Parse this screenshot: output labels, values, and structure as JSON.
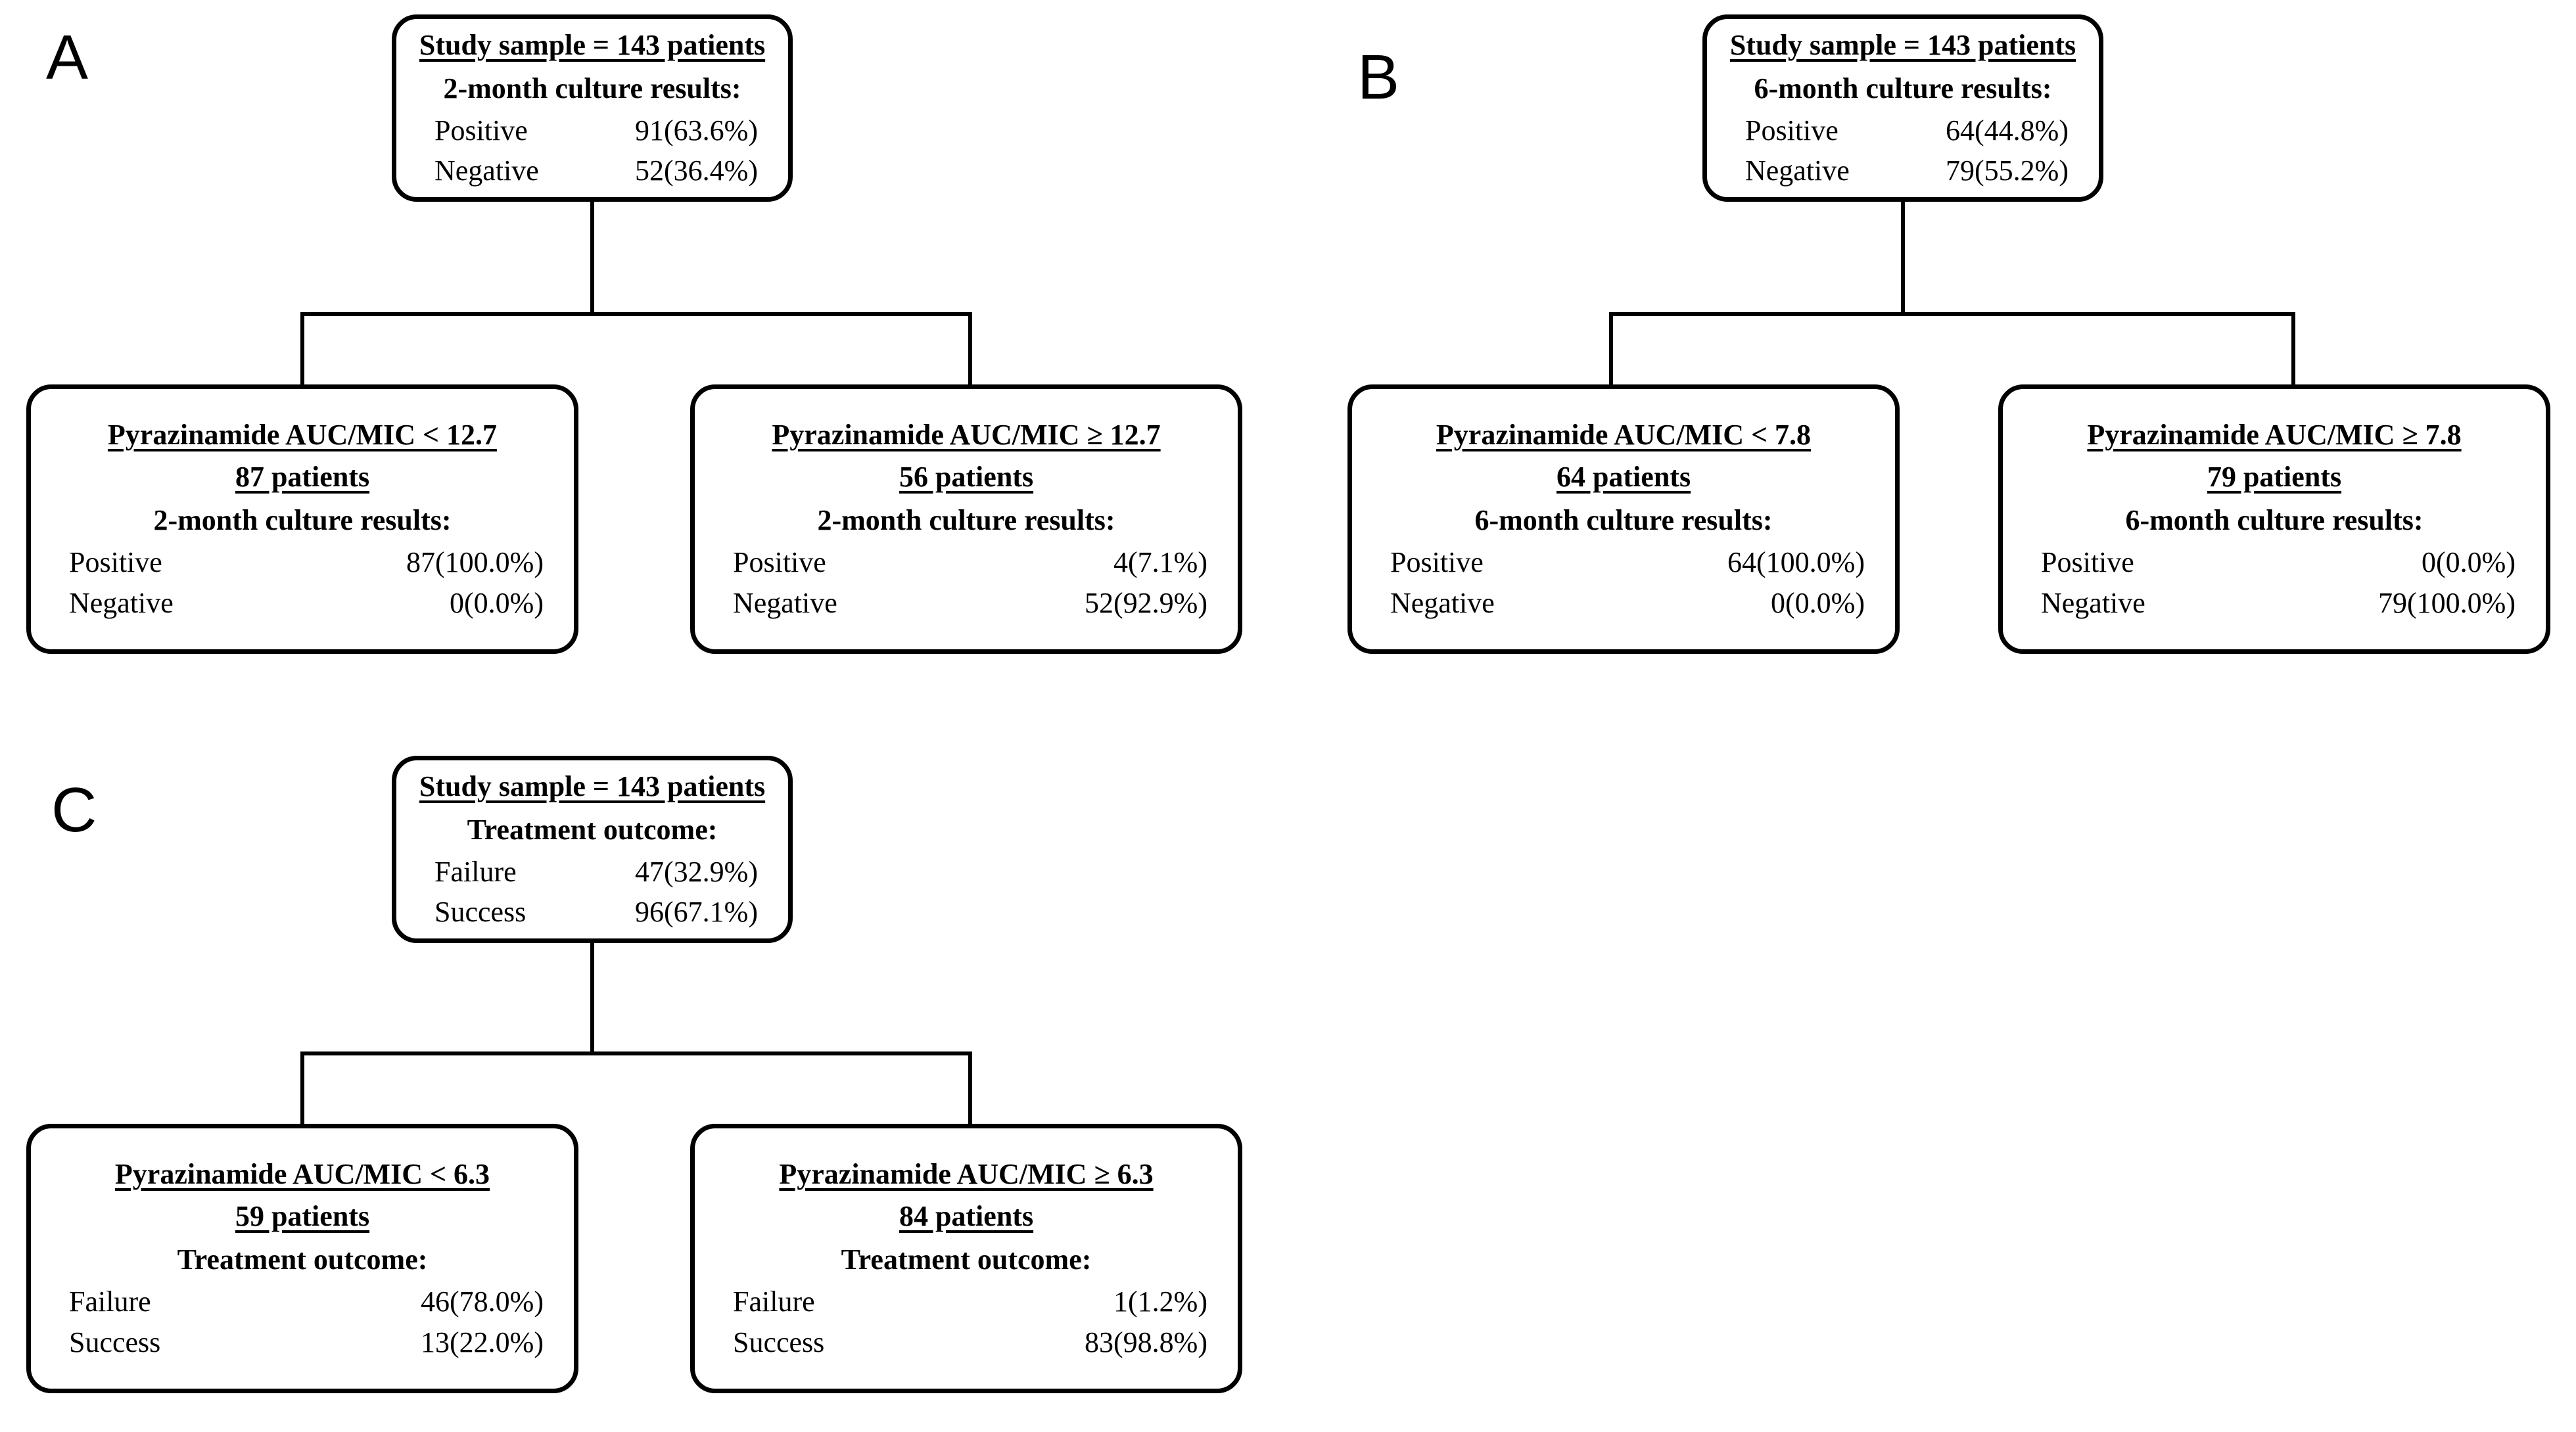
{
  "figure": {
    "background_color": "#ffffff",
    "line_color": "#000000",
    "panels": [
      {
        "letter": "A",
        "root": {
          "title": "Study sample = 143 patients",
          "subtitle": "2-month culture results:",
          "rows": [
            {
              "label": "Positive",
              "value": "91(63.6%)"
            },
            {
              "label": "Negative",
              "value": "52(36.4%)"
            }
          ]
        },
        "children": [
          {
            "title": "Pyrazinamide AUC/MIC < 12.7",
            "subtitle_underlined": "87 patients",
            "subtitle": "2-month culture results:",
            "rows": [
              {
                "label": "Positive",
                "value": "87(100.0%)"
              },
              {
                "label": "Negative",
                "value": "0(0.0%)"
              }
            ]
          },
          {
            "title": "Pyrazinamide AUC/MIC ≥ 12.7",
            "subtitle_underlined": "56 patients",
            "subtitle": "2-month culture results:",
            "rows": [
              {
                "label": "Positive",
                "value": "4(7.1%)"
              },
              {
                "label": "Negative",
                "value": "52(92.9%)"
              }
            ]
          }
        ]
      },
      {
        "letter": "B",
        "root": {
          "title": "Study sample = 143 patients",
          "subtitle": "6-month culture results:",
          "rows": [
            {
              "label": "Positive",
              "value": "64(44.8%)"
            },
            {
              "label": "Negative",
              "value": "79(55.2%)"
            }
          ]
        },
        "children": [
          {
            "title": "Pyrazinamide AUC/MIC < 7.8",
            "subtitle_underlined": "64 patients",
            "subtitle": "6-month culture results:",
            "rows": [
              {
                "label": "Positive",
                "value": "64(100.0%)"
              },
              {
                "label": "Negative",
                "value": "0(0.0%)"
              }
            ]
          },
          {
            "title": "Pyrazinamide AUC/MIC ≥ 7.8",
            "subtitle_underlined": "79 patients",
            "subtitle": "6-month culture results:",
            "rows": [
              {
                "label": "Positive",
                "value": "0(0.0%)"
              },
              {
                "label": "Negative",
                "value": "79(100.0%)"
              }
            ]
          }
        ]
      },
      {
        "letter": "C",
        "root": {
          "title": "Study sample = 143 patients",
          "subtitle": "Treatment outcome:",
          "rows": [
            {
              "label": "Failure",
              "value": "47(32.9%)"
            },
            {
              "label": "Success",
              "value": "96(67.1%)"
            }
          ]
        },
        "children": [
          {
            "title": "Pyrazinamide AUC/MIC < 6.3",
            "subtitle_underlined": "59 patients",
            "subtitle": "Treatment outcome:",
            "rows": [
              {
                "label": "Failure",
                "value": "46(78.0%)"
              },
              {
                "label": "Success",
                "value": "13(22.0%)"
              }
            ]
          },
          {
            "title": "Pyrazinamide AUC/MIC ≥ 6.3",
            "subtitle_underlined": "84 patients",
            "subtitle": "Treatment outcome:",
            "rows": [
              {
                "label": "Failure",
                "value": "1(1.2%)"
              },
              {
                "label": "Success",
                "value": "83(98.8%)"
              }
            ]
          }
        ]
      }
    ]
  }
}
